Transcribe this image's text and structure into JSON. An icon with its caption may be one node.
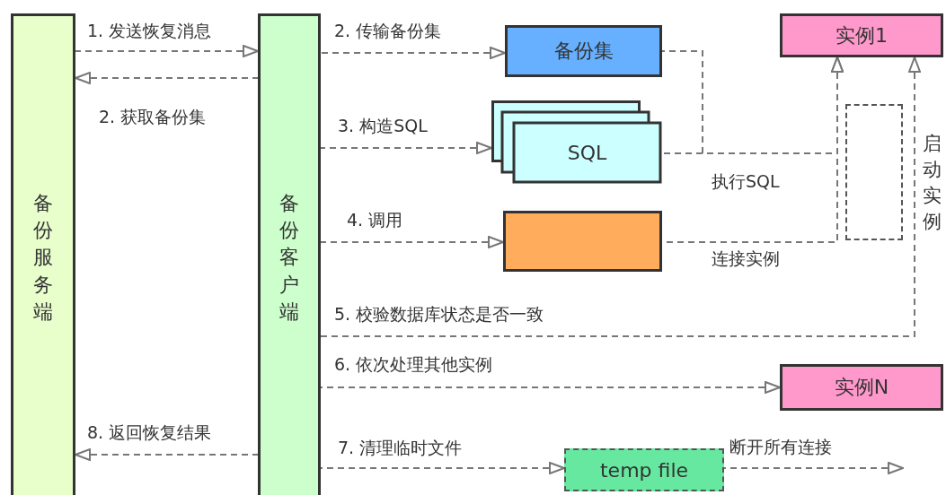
{
  "diagram": {
    "nodes": [
      {
        "text": [
          "备份服务端"
        ]
      },
      {
        "text": [
          "备份客户端"
        ]
      },
      {
        "text": [
          "备份集"
        ]
      },
      {
        "text": [
          "SQL"
        ]
      },
      {
        "text": [],
        "shape": "box"
      },
      {
        "text": [
          "实例1"
        ]
      },
      {
        "text": [],
        "shape": "box"
      },
      {
        "text": [
          "实例N"
        ]
      },
      {
        "text": [
          "temp file"
        ]
      }
    ],
    "edges": [
      {
        "from": 0,
        "to": 1,
        "arrow": "to",
        "label": "1. 发送恢复消息",
        "style": "dashed"
      },
      {
        "from": 1,
        "to": 0,
        "arrow": "to",
        "label": "2. 获取备份集",
        "style": "dashed"
      },
      {
        "from": 1,
        "to": 2,
        "arrow": "to",
        "label": "2. 传输备份集",
        "style": "dashed"
      },
      {
        "from": 1,
        "to": 3,
        "arrow": "to",
        "label": "3. 构造SQL",
        "style": "dashed"
      },
      {
        "from": 1,
        "to": 4,
        "arrow": "to",
        "label": "4. 调用",
        "style": "dashed"
      },
      {
        "from": 2,
        "to": 5,
        "arrow": "to",
        "style": "dashed"
      },
      {
        "from": 3,
        "to": 5,
        "arrow": "to",
        "label": "执行SQL",
        "style": "dashed"
      },
      {
        "from": 4,
        "to": 5,
        "arrow": "to",
        "label": "连接实例",
        "style": "dashed"
      },
      {
        "from": 1,
        "to": 5,
        "arrow": "to",
        "label": "5. 校验数据库状态是否一致",
        "style": "dashed"
      },
      {
        "from": 1,
        "to": 7,
        "arrow": "to",
        "label": "6. 依次处理其他实例",
        "style": "dashed"
      },
      {
        "from": 1,
        "to": 8,
        "arrow": "to",
        "label": "7. 清理临时文件",
        "style": "dashed"
      },
      {
        "from": 8,
        "to": null,
        "arrow": "to",
        "label": "断开所有连接",
        "style": "dashed"
      },
      {
        "from": 1,
        "to": 0,
        "arrow": "to",
        "label": "8. 返回恢复结果",
        "style": "dashed"
      }
    ],
    "labels": [
      "启动实例"
    ]
  }
}
